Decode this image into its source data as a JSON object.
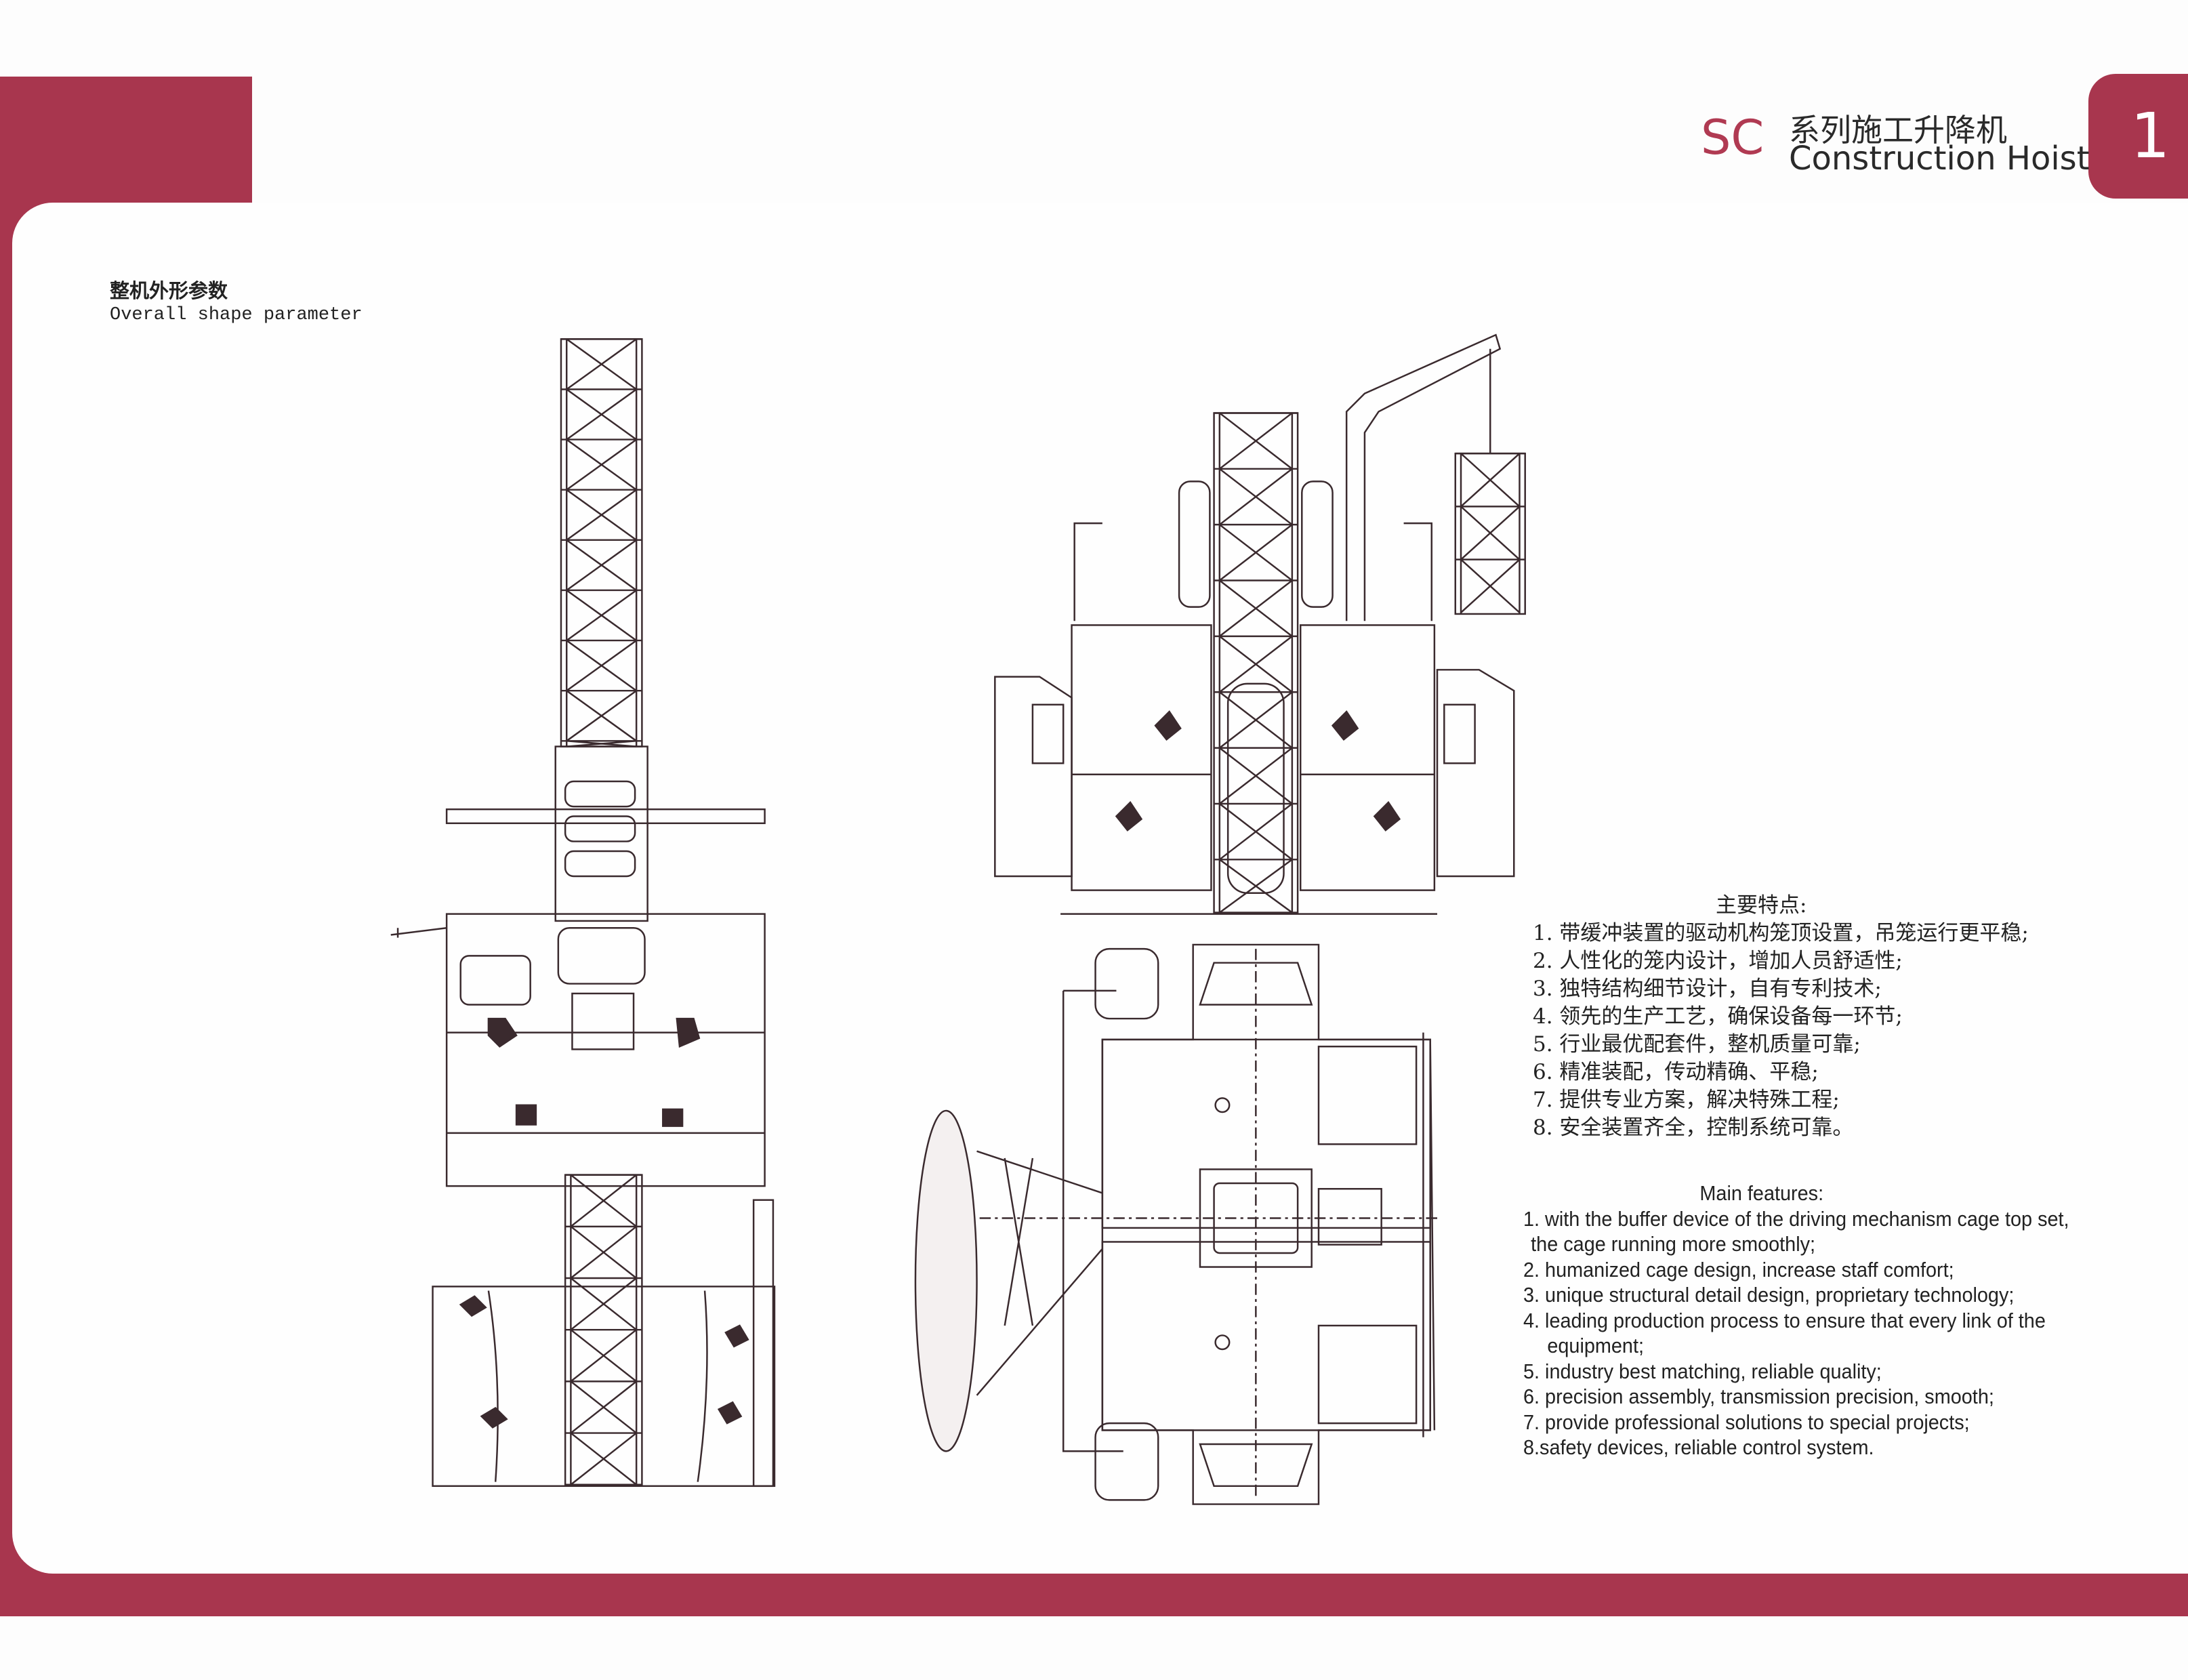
{
  "header": {
    "series": "SC",
    "title_cn": "系列施工升降机",
    "title_en": "Construction Hoist",
    "page_number": "1"
  },
  "section": {
    "title_cn": "整机外形参数",
    "title_en": "Overall shape parameter"
  },
  "features_cn": {
    "heading": "主要特点:",
    "items": [
      "1. 带缓冲装置的驱动机构笼顶设置，吊笼运行更平稳;",
      "2. 人性化的笼内设计，增加人员舒适性;",
      "3. 独特结构细节设计，自有专利技术;",
      "4. 领先的生产工艺，确保设备每一环节;",
      "5. 行业最优配套件，整机质量可靠;",
      "6. 精准装配，传动精确、平稳;",
      "7. 提供专业方案，解决特殊工程;",
      "8. 安全装置齐全，控制系统可靠。"
    ]
  },
  "features_en": {
    "heading": "Main features:",
    "items": [
      "1. with the buffer device of the driving mechanism cage top set,",
      "the cage running more smoothly;",
      "2. humanized cage design, increase staff comfort;",
      "3. unique structural detail design, proprietary technology;",
      "4. leading production process to ensure that every link of the",
      "equipment;",
      "5. industry best matching, reliable quality;",
      "6. precision assembly, transmission precision, smooth;",
      "7. provide professional solutions to special projects;",
      "8.safety devices, reliable control system."
    ]
  },
  "colors": {
    "brand": "#a8364e",
    "line": "#3a2a2e"
  }
}
